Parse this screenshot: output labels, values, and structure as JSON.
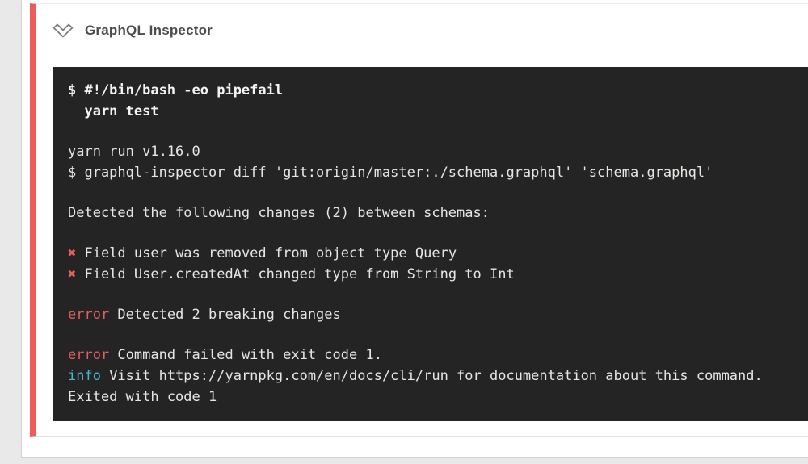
{
  "colors": {
    "page_background": "#e9e9e9",
    "panel_background": "#ffffff",
    "card_accent": "#ef5b5b",
    "header_title_color": "#4c4c4c",
    "chevron_color": "#7d7d7d"
  },
  "card": {
    "header": {
      "collapse_icon": "chevron-down-icon",
      "title": "GraphQL Inspector"
    }
  },
  "terminal": {
    "background": "#242424",
    "text_color": "#e6e6e3",
    "bold_text_color": "#f4f4f2",
    "colors": {
      "error": "#e25f5f",
      "info": "#44b9cc"
    },
    "lines": [
      {
        "segments": [
          {
            "text": "$ #!/bin/bash -eo pipefail",
            "bold": true
          }
        ]
      },
      {
        "segments": [
          {
            "text": "  yarn test",
            "bold": true
          }
        ]
      },
      {
        "segments": []
      },
      {
        "segments": [
          {
            "text": "yarn run v1.16.0"
          }
        ]
      },
      {
        "segments": [
          {
            "text": "$ graphql-inspector diff 'git:origin/master:./schema.graphql' 'schema.graphql'"
          }
        ]
      },
      {
        "segments": []
      },
      {
        "segments": [
          {
            "text": "Detected the following changes (2) between schemas:"
          }
        ]
      },
      {
        "segments": []
      },
      {
        "segments": [
          {
            "text": "✖",
            "color": "error",
            "name": "breaking-change-x-icon"
          },
          {
            "text": " Field user was removed from object type Query"
          }
        ]
      },
      {
        "segments": [
          {
            "text": "✖",
            "color": "error",
            "name": "breaking-change-x-icon"
          },
          {
            "text": " Field User.createdAt changed type from String to Int"
          }
        ]
      },
      {
        "segments": []
      },
      {
        "segments": [
          {
            "text": "error",
            "color": "error",
            "name": "error-label"
          },
          {
            "text": " Detected 2 breaking changes"
          }
        ]
      },
      {
        "segments": []
      },
      {
        "segments": [
          {
            "text": "error",
            "color": "error",
            "name": "error-label"
          },
          {
            "text": " Command failed with exit code 1."
          }
        ]
      },
      {
        "segments": [
          {
            "text": "info",
            "color": "info",
            "name": "info-label"
          },
          {
            "text": " Visit https://yarnpkg.com/en/docs/cli/run for documentation about this command."
          }
        ]
      },
      {
        "segments": [
          {
            "text": "Exited with code 1"
          }
        ]
      }
    ]
  }
}
